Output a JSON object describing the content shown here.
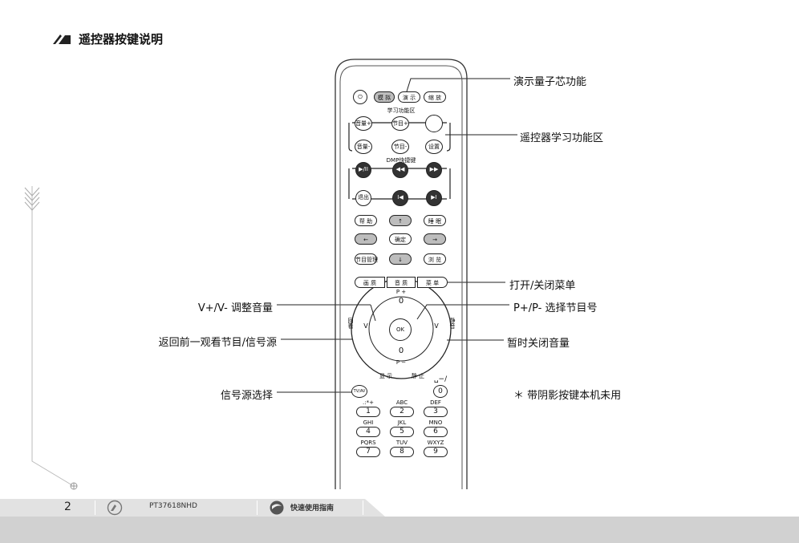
{
  "title": "遥控器按键说明",
  "callouts": {
    "demo": "演示量子芯功能",
    "learn_zone": "遥控器学习功能区",
    "menu": "打开/关闭菜单",
    "volume": "V+/V-  调整音量",
    "program": "P+/P-  选择节目号",
    "back": "返回前一观看节目/信号源",
    "mute": "暂时关闭音量",
    "source": "信号源选择",
    "note": "＊  带阴影按键本机未用"
  },
  "remote": {
    "power": "⏻",
    "top_row": [
      "模 拟",
      "演 示",
      "缩 放"
    ],
    "learn_header": "学习功能区",
    "learn_row1": [
      "音量+",
      "节目+",
      ""
    ],
    "learn_row2": [
      "音量-",
      "节目-",
      "设置"
    ],
    "dmp_header": "DMP快捷键",
    "dmp_row1": [
      "▶/II",
      "◀◀",
      "▶▶"
    ],
    "dmp_row2": [
      "退出",
      "I◀",
      "▶I"
    ],
    "row_help": [
      "帮 助",
      "↑",
      "睡 眠"
    ],
    "row_ok": [
      "←",
      "确定",
      "→"
    ],
    "row_mgr": [
      "节目管理",
      "↓",
      "浏 览"
    ],
    "row_menu": [
      "画 质",
      "音 质",
      "菜 单"
    ],
    "p_plus": "P +",
    "p_minus": "P −",
    "v_left": "V",
    "v_right": "V",
    "ok": "OK",
    "back_key": "回看",
    "mute_key": "静音",
    "display": "显 示",
    "still": "静 止",
    "tvav": "TV/AV",
    "zero": "0",
    "digits": [
      {
        "top": ".:*+",
        "num": "1"
      },
      {
        "top": "ABC",
        "num": "2"
      },
      {
        "top": "DEF",
        "num": "3"
      },
      {
        "top": "GHI",
        "num": "4"
      },
      {
        "top": "JKL",
        "num": "5"
      },
      {
        "top": "MNO",
        "num": "6"
      },
      {
        "top": "PQRS",
        "num": "7"
      },
      {
        "top": "TUV",
        "num": "8"
      },
      {
        "top": "WXYZ",
        "num": "9"
      }
    ],
    "space_sym": "␣−/"
  },
  "footer": {
    "page": "2",
    "model": "PT37618NHD",
    "guide": "快速使用指南"
  },
  "colors": {
    "band": "#d1d1d1",
    "tab": "#e2e2e2",
    "shade": "#bdbdbd",
    "line": "#222222"
  }
}
